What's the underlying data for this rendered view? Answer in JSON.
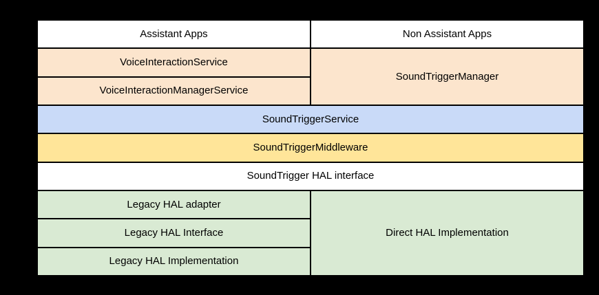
{
  "diagram": {
    "type": "layered-architecture-stack",
    "colors": {
      "background": "#000000",
      "border": "#000000",
      "text": "#000000",
      "app_layer": "#FFFFFF",
      "framework_api_layer": "#FCE5CD",
      "service_layer": "#C9DAF8",
      "middleware_layer": "#FFE599",
      "hal_interface_layer": "#FFFFFF",
      "hal_implementation_layer": "#D9EAD3"
    },
    "cells": {
      "assistant_apps": "Assistant Apps",
      "non_assistant_apps": "Non Assistant Apps",
      "voice_interaction_service": "VoiceInteractionService",
      "voice_interaction_manager_service": "VoiceInteractionManagerService",
      "sound_trigger_manager": "SoundTriggerManager",
      "sound_trigger_service": "SoundTriggerService",
      "sound_trigger_middleware": "SoundTriggerMiddleware",
      "sound_trigger_hal_interface": "SoundTrigger HAL interface",
      "legacy_hal_adapter": "Legacy HAL adapter",
      "legacy_hal_interface": "Legacy HAL Interface",
      "legacy_hal_implementation": "Legacy HAL Implementation",
      "direct_hal_implementation": "Direct HAL Implementation"
    }
  }
}
